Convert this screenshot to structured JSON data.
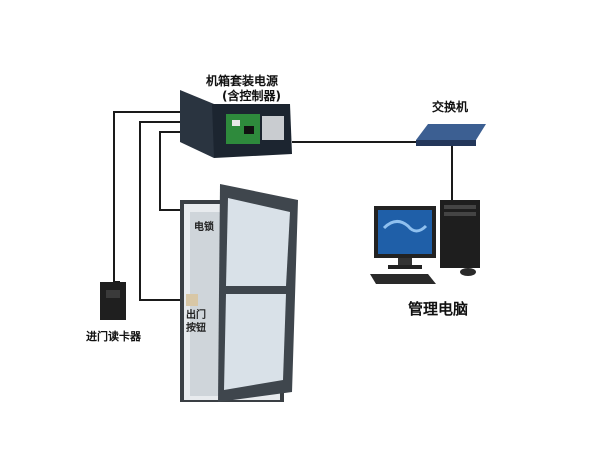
{
  "labels": {
    "cabinet_line1": "机箱套装电源",
    "cabinet_line2": "(含控制器)",
    "switch": "交换机",
    "pc": "管理电脑",
    "reader": "进门读卡器",
    "lock": "电锁",
    "exit_button_line1": "出门",
    "exit_button_line2": "按钮"
  },
  "colors": {
    "wire": "#1a1a1a",
    "cabinet": "#1c2530",
    "pcb": "#2e8a3c",
    "switch": "#2f4f80",
    "door_frame": "#3a3f44",
    "monitor_screen": "#1f5fa8"
  }
}
